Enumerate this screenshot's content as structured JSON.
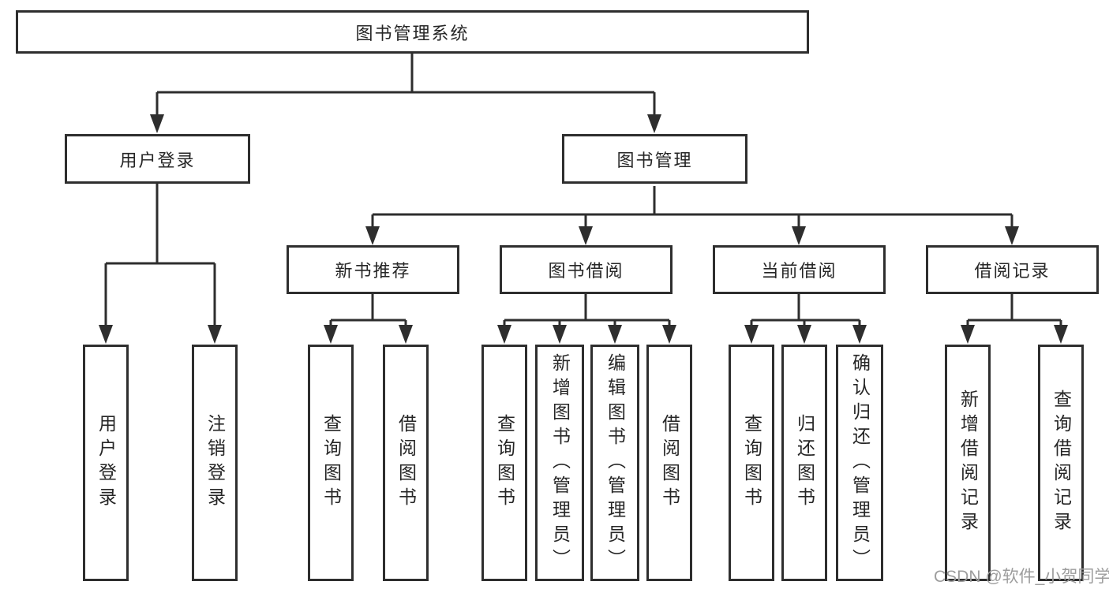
{
  "diagram_title": "图书管理系统",
  "tree": {
    "root": {
      "label": "图书管理系统"
    },
    "children": [
      {
        "label": "用户登录",
        "children": [
          {
            "label": "用户登录"
          },
          {
            "label": "注销登录"
          }
        ]
      },
      {
        "label": "图书管理",
        "children": [
          {
            "label": "新书推荐",
            "children": [
              {
                "label": "查询图书"
              },
              {
                "label": "借阅图书"
              }
            ]
          },
          {
            "label": "图书借阅",
            "children": [
              {
                "label": "查询图书"
              },
              {
                "label": "新增图书（管理员）"
              },
              {
                "label": "编辑图书（管理员）"
              },
              {
                "label": "借阅图书"
              }
            ]
          },
          {
            "label": "当前借阅",
            "children": [
              {
                "label": "查询图书"
              },
              {
                "label": "归还图书"
              },
              {
                "label": "确认归还（管理员）"
              }
            ]
          },
          {
            "label": "借阅记录",
            "children": [
              {
                "label": "新增借阅记录"
              },
              {
                "label": "查询借阅记录"
              }
            ]
          }
        ]
      }
    ]
  },
  "watermark": {
    "text": "CSDN @软件_小贺同学"
  },
  "colors": {
    "line": "#2e2e2e",
    "box_border": "#2e2e2e",
    "text": "#262626",
    "watermark_text": "#9d9d9d",
    "background": "#ffffff"
  }
}
